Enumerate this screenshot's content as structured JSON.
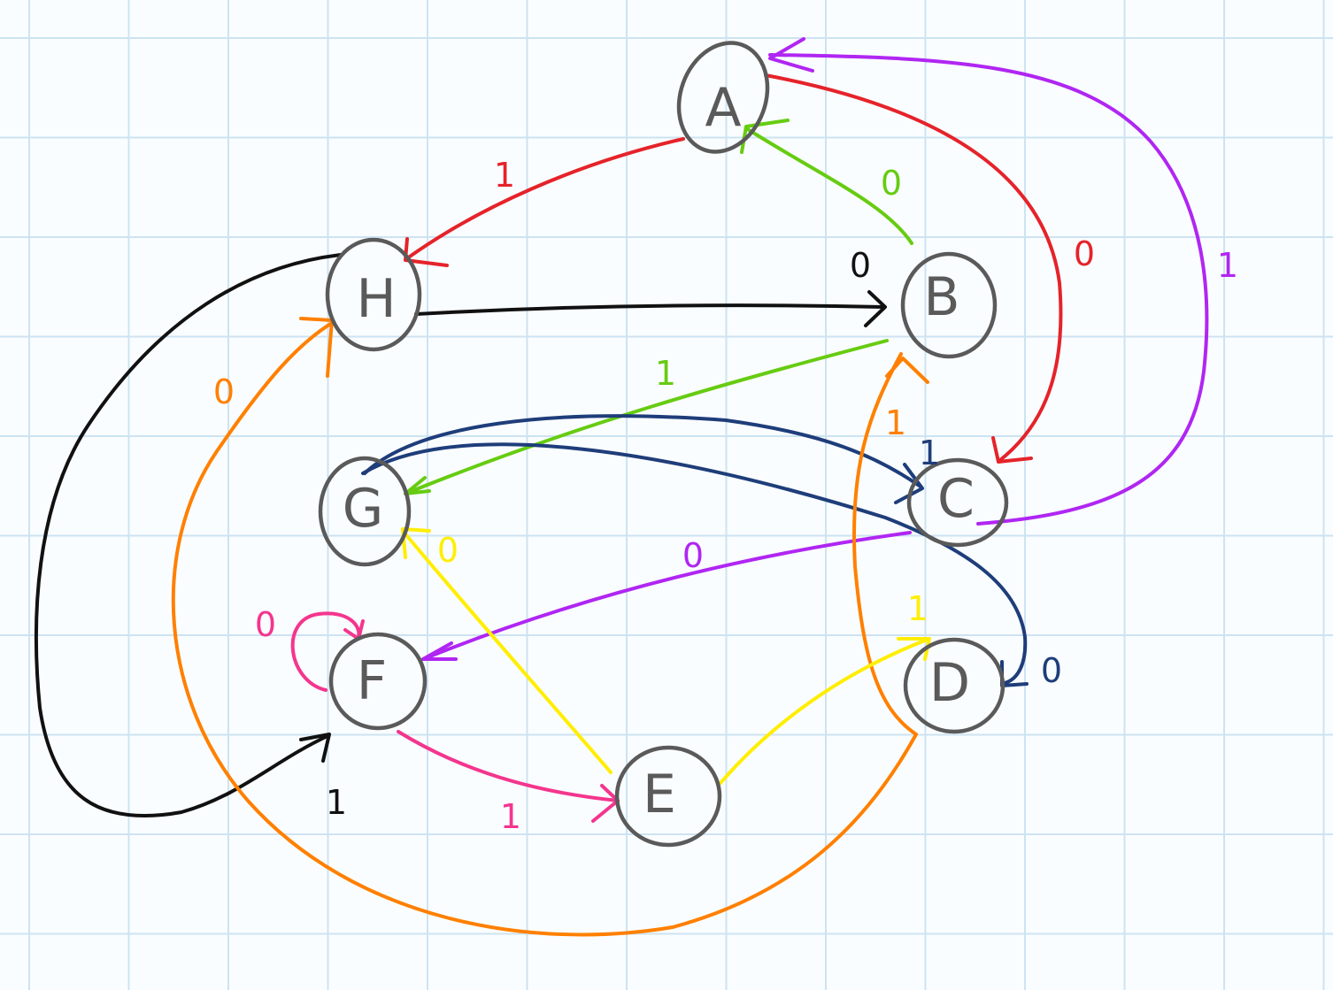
{
  "graph": {
    "nodes": [
      {
        "id": "A",
        "label": "A"
      },
      {
        "id": "B",
        "label": "B"
      },
      {
        "id": "C",
        "label": "C"
      },
      {
        "id": "D",
        "label": "D"
      },
      {
        "id": "E",
        "label": "E"
      },
      {
        "id": "F",
        "label": "F"
      },
      {
        "id": "G",
        "label": "G"
      },
      {
        "id": "H",
        "label": "H"
      }
    ],
    "edges": [
      {
        "id": "a-h",
        "from": "A",
        "to": "H",
        "label": "1",
        "color": "#e5232a"
      },
      {
        "id": "a-c",
        "from": "A",
        "to": "C",
        "label": "0",
        "color": "#e5232a"
      },
      {
        "id": "b-a",
        "from": "B",
        "to": "A",
        "label": "0",
        "color": "#66cc11"
      },
      {
        "id": "b-g",
        "from": "B",
        "to": "G",
        "label": "1",
        "color": "#66cc11"
      },
      {
        "id": "c-a",
        "from": "C",
        "to": "A",
        "label": "1",
        "color": "#b026f2"
      },
      {
        "id": "c-f",
        "from": "C",
        "to": "F",
        "label": "0",
        "color": "#b026f2"
      },
      {
        "id": "h-b",
        "from": "H",
        "to": "B",
        "label": "0",
        "color": "#111111"
      },
      {
        "id": "h-f",
        "from": "H",
        "to": "F",
        "label": "1",
        "color": "#111111"
      },
      {
        "id": "g-c",
        "from": "G",
        "to": "C",
        "label": "1",
        "color": "#1e3d7a"
      },
      {
        "id": "g-d",
        "from": "G",
        "to": "D",
        "label": "0",
        "color": "#1e3d7a"
      },
      {
        "id": "d-h",
        "from": "D",
        "to": "H",
        "label": "0",
        "color": "#ff8000"
      },
      {
        "id": "d-b",
        "from": "D",
        "to": "B",
        "label": "1",
        "color": "#ff8000"
      },
      {
        "id": "e-g",
        "from": "E",
        "to": "G",
        "label": "0",
        "color": "#ffee00"
      },
      {
        "id": "e-d",
        "from": "E",
        "to": "D",
        "label": "1",
        "color": "#ffee00"
      },
      {
        "id": "f-f",
        "from": "F",
        "to": "F",
        "label": "0",
        "color": "#f4358e"
      },
      {
        "id": "f-e",
        "from": "F",
        "to": "E",
        "label": "1",
        "color": "#f4358e"
      }
    ]
  }
}
